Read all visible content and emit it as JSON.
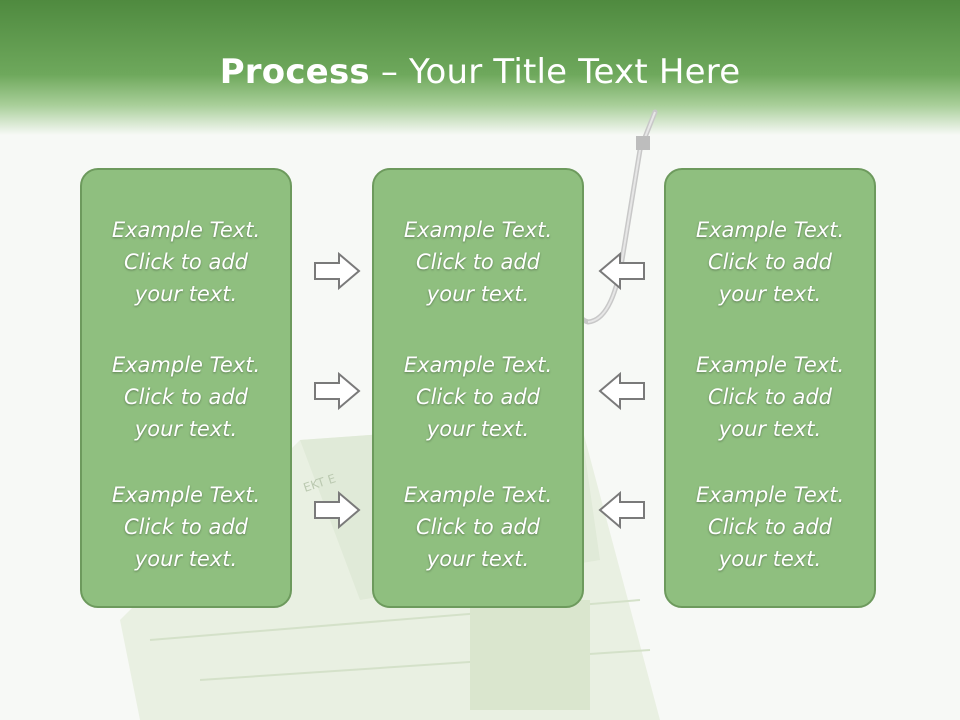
{
  "slide": {
    "title_bold": "Process",
    "title_rest": " – Your Title Text Here"
  },
  "columns": [
    {
      "items": [
        {
          "line1": "Example Text.",
          "line2": "Click  to add",
          "line3": "your text."
        },
        {
          "line1": "Example Text.",
          "line2": "Click  to add",
          "line3": "your text."
        },
        {
          "line1": "Example Text.",
          "line2": "Click  to add",
          "line3": "your text."
        }
      ]
    },
    {
      "items": [
        {
          "line1": "Example Text.",
          "line2": "Click  to add",
          "line3": "your text."
        },
        {
          "line1": "Example Text.",
          "line2": "Click  to add",
          "line3": "your text."
        },
        {
          "line1": "Example Text.",
          "line2": "Click  to add",
          "line3": "your text."
        }
      ]
    },
    {
      "items": [
        {
          "line1": "Example Text.",
          "line2": "Click  to add",
          "line3": "your text."
        },
        {
          "line1": "Example Text.",
          "line2": "Click  to add",
          "line3": "your text."
        },
        {
          "line1": "Example Text.",
          "line2": "Click  to add",
          "line3": "your text."
        }
      ]
    }
  ],
  "colors": {
    "header": "#5a9648",
    "box_fill": "#8fbf7f",
    "box_border": "#6d9a5d",
    "arrow_stroke": "#777777"
  },
  "icons": [
    "arrow-right-icon",
    "arrow-left-icon",
    "fishhook-image",
    "banknote-image"
  ]
}
